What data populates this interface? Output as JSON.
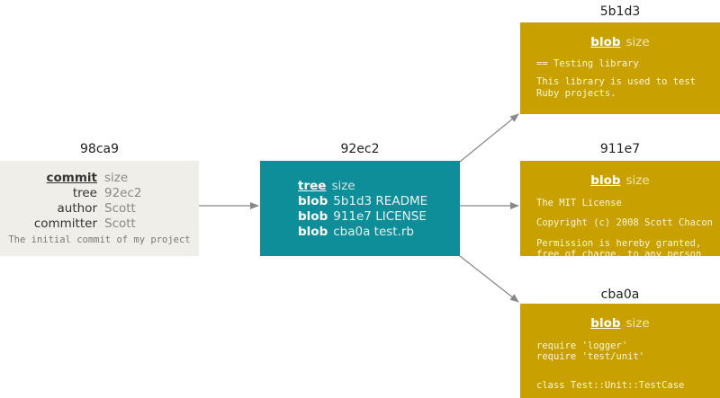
{
  "commit": {
    "hash": "98ca9",
    "rows": [
      {
        "key": "commit",
        "value": "size"
      },
      {
        "key": "tree",
        "value": "92ec2"
      },
      {
        "key": "author",
        "value": "Scott"
      },
      {
        "key": "committer",
        "value": "Scott"
      }
    ],
    "message": "The initial commit of my project"
  },
  "tree": {
    "hash": "92ec2",
    "rows": [
      {
        "key": "tree",
        "value": "size"
      },
      {
        "key": "blob",
        "value": "5b1d3 README"
      },
      {
        "key": "blob",
        "value": "911e7 LICENSE"
      },
      {
        "key": "blob",
        "value": "cba0a test.rb"
      }
    ]
  },
  "blobs": [
    {
      "hash": "5b1d3",
      "key": "blob",
      "value": "size",
      "lines": [
        "== Testing library",
        "",
        "This library is used to test",
        "Ruby projects."
      ]
    },
    {
      "hash": "911e7",
      "key": "blob",
      "value": "size",
      "lines": [
        "The MIT License",
        "",
        "Copyright (c) 2008 Scott Chacon",
        "",
        "Permission is hereby granted,",
        "free of charge, to any person"
      ]
    },
    {
      "hash": "cba0a",
      "key": "blob",
      "value": "size",
      "lines": [
        "require 'logger'",
        "require 'test/unit'",
        "",
        "",
        "class Test::Unit::TestCase"
      ]
    }
  ],
  "colors": {
    "commit_bg": "#efeee8",
    "tree_bg": "#0e8e98",
    "blob_bg": "#c8a000",
    "arrow": "#888888"
  }
}
